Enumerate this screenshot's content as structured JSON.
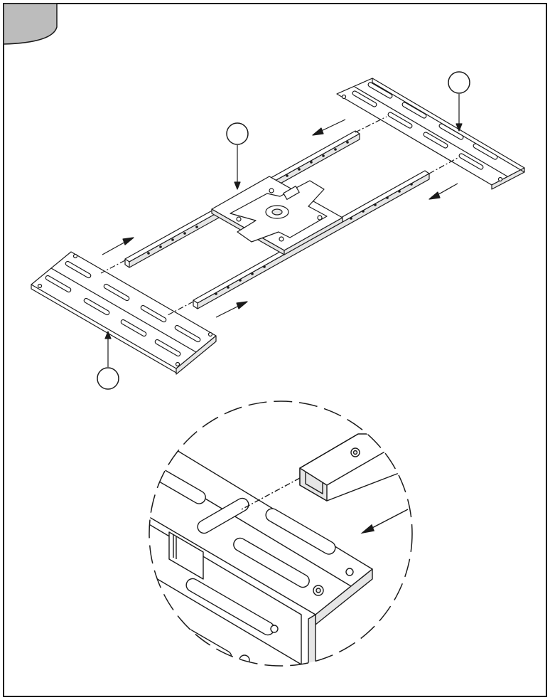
{
  "figure": {
    "step_tab": {
      "label": ""
    },
    "callouts": [
      {
        "id": "callout-top-right",
        "label": ""
      },
      {
        "id": "callout-center",
        "label": ""
      },
      {
        "id": "callout-bottom-left",
        "label": ""
      }
    ],
    "colors": {
      "line": "#1a1a1a",
      "tab_fill": "#bcbcbc",
      "plate_fill": "#ffffff",
      "shade": "#e6e6e6"
    }
  }
}
